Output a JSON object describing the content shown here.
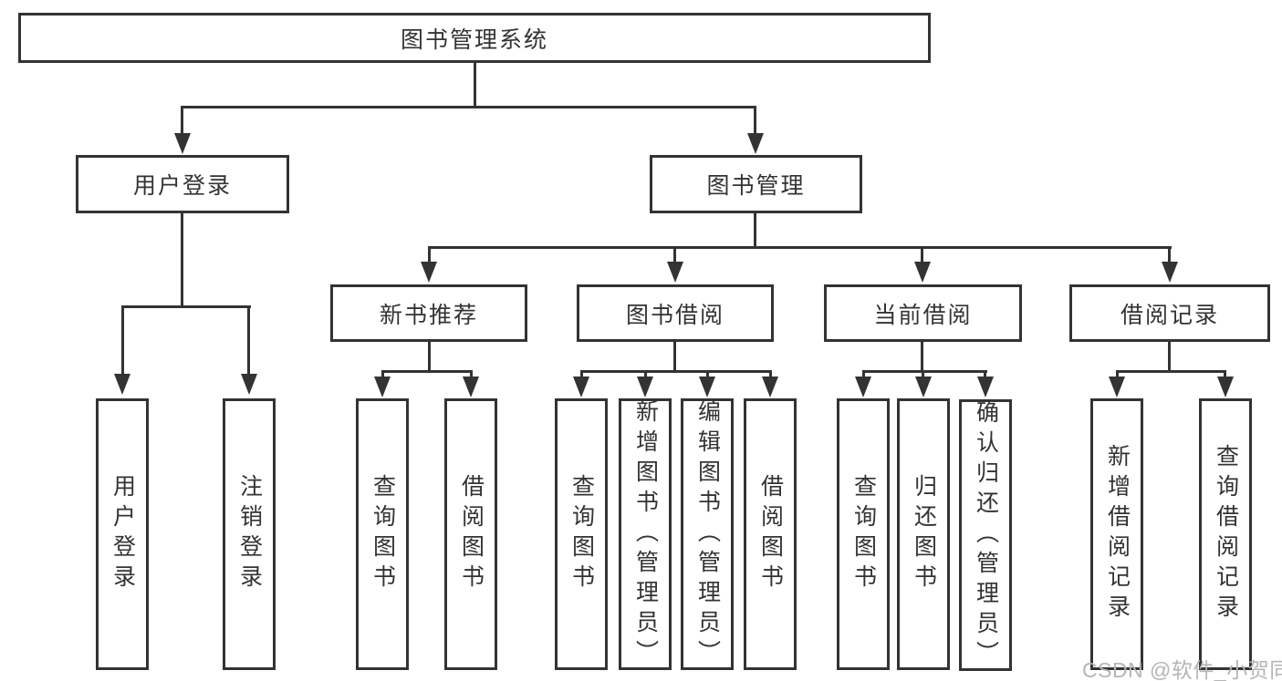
{
  "diagram": {
    "root": {
      "label": "图书管理系统",
      "children": [
        {
          "label": "用户登录",
          "children": [
            {
              "label": "用户登录"
            },
            {
              "label": "注销登录"
            }
          ]
        },
        {
          "label": "图书管理",
          "children": [
            {
              "label": "新书推荐",
              "children": [
                {
                  "label": "查询图书"
                },
                {
                  "label": "借阅图书"
                }
              ]
            },
            {
              "label": "图书借阅",
              "children": [
                {
                  "label": "查询图书"
                },
                {
                  "label": "新增图书（管理员）"
                },
                {
                  "label": "编辑图书（管理员）"
                },
                {
                  "label": "借阅图书"
                }
              ]
            },
            {
              "label": "当前借阅",
              "children": [
                {
                  "label": "查询图书"
                },
                {
                  "label": "归还图书"
                },
                {
                  "label": "确认归还（管理员）"
                }
              ]
            },
            {
              "label": "借阅记录",
              "children": [
                {
                  "label": "新增借阅记录"
                },
                {
                  "label": "查询借阅记录"
                }
              ]
            }
          ]
        }
      ]
    }
  },
  "colors": {
    "line": "#333333",
    "box_background": "#ffffff",
    "watermark": "#b5b5b5"
  },
  "watermark": {
    "text": "CSDN @软件_小贺同学"
  }
}
